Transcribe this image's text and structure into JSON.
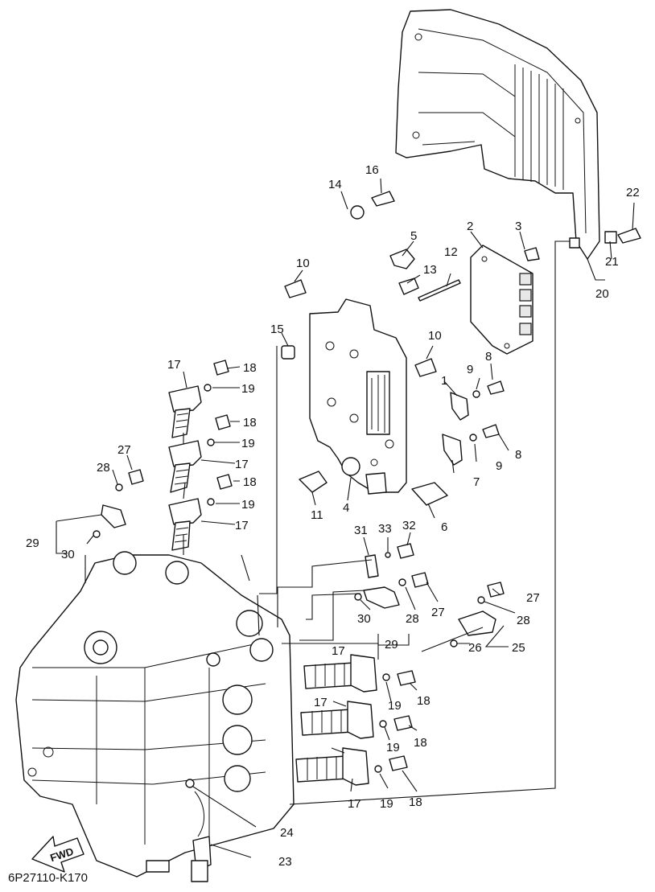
{
  "diagram": {
    "catalog_code": "6P27110-K170",
    "direction_label": "FWD",
    "callouts": [
      "1",
      "2",
      "3",
      "4",
      "5",
      "6",
      "7",
      "8",
      "8",
      "9",
      "9",
      "10",
      "10",
      "11",
      "12",
      "13",
      "14",
      "15",
      "16",
      "17",
      "17",
      "17",
      "17",
      "17",
      "17",
      "18",
      "18",
      "18",
      "18",
      "18",
      "18",
      "19",
      "19",
      "19",
      "19",
      "19",
      "19",
      "20",
      "21",
      "22",
      "23",
      "24",
      "25",
      "26",
      "27",
      "27",
      "27",
      "28",
      "28",
      "28",
      "29",
      "29",
      "30",
      "30",
      "31",
      "32",
      "33"
    ]
  }
}
